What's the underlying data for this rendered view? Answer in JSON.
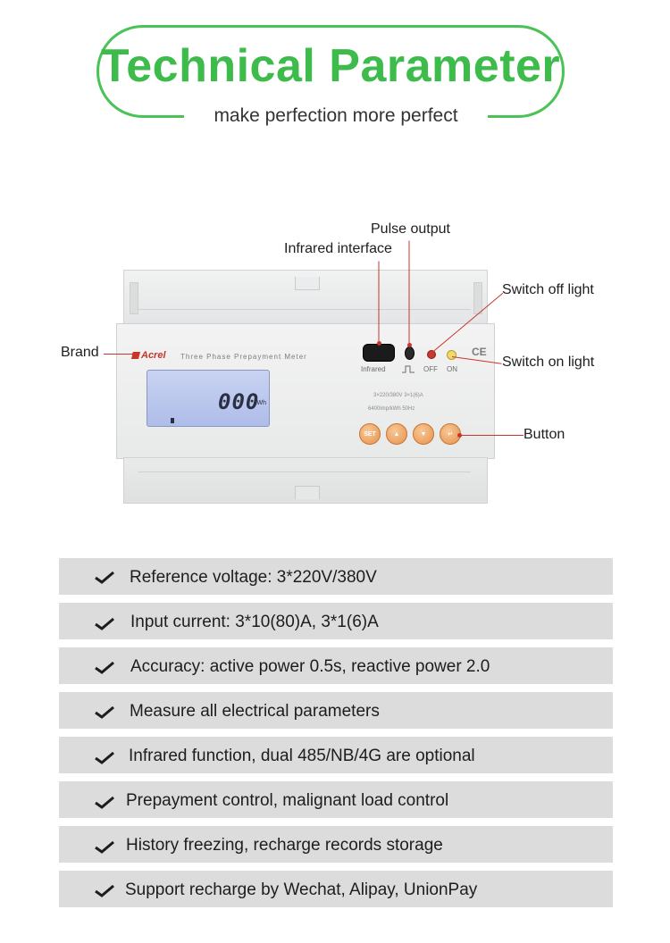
{
  "header": {
    "title": "Technical Parameter",
    "subtitle": "make perfection more perfect"
  },
  "meter": {
    "brand": "Acrel",
    "model": "Three Phase Prepayment Meter",
    "lcd_value": "000",
    "lcd_unit": "kWh",
    "infrared_label": "Infrared",
    "off_label": "OFF",
    "on_label": "ON",
    "ce_mark": "CE",
    "spec_line_1": "3×220/380V 3×1(6)A",
    "spec_line_2": "6400imp/kWh 50Hz",
    "buttons": [
      "SET",
      "▲",
      "▼",
      "↵"
    ]
  },
  "callouts": {
    "pulse_output": "Pulse output",
    "infrared_interface": "Infrared interface",
    "switch_off_light": "Switch off light",
    "switch_on_light": "Switch on light",
    "brand": "Brand",
    "button": "Button"
  },
  "features": [
    "Reference voltage: 3*220V/380V",
    "Input current: 3*10(80)A, 3*1(6)A",
    "Accuracy: active power 0.5s, reactive power 2.0",
    "Measure all electrical parameters",
    "Infrared function, dual 485/NB/4G are optional",
    "Prepayment control, malignant load control",
    "History freezing, recharge records storage",
    "Support recharge by Wechat, Alipay, UnionPay"
  ],
  "colors": {
    "accent_green": "#3dbb4b",
    "callout_red": "#c8352b",
    "button_orange": "#e7924c",
    "row_gray": "#dcdcdc"
  }
}
